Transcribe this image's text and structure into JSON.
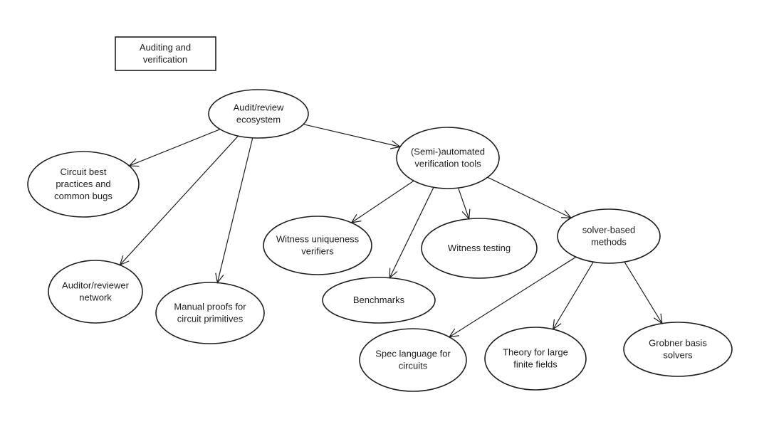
{
  "title_box": {
    "lines": [
      "Auditing and",
      "verification"
    ]
  },
  "nodes": [
    {
      "id": "audit",
      "lines": [
        "Audit/review",
        "ecosystem"
      ]
    },
    {
      "id": "circuit",
      "lines": [
        "Circuit best",
        "practices and",
        "common bugs"
      ]
    },
    {
      "id": "auditor",
      "lines": [
        "Auditor/reviewer",
        "network"
      ]
    },
    {
      "id": "manual",
      "lines": [
        "Manual proofs for",
        "circuit primitives"
      ]
    },
    {
      "id": "semi",
      "lines": [
        "(Semi-)automated",
        "verification tools"
      ]
    },
    {
      "id": "wuniq",
      "lines": [
        "Witness uniqueness",
        "verifiers"
      ]
    },
    {
      "id": "bench",
      "lines": [
        "Benchmarks"
      ]
    },
    {
      "id": "wtest",
      "lines": [
        "Witness testing"
      ]
    },
    {
      "id": "solver",
      "lines": [
        "solver-based",
        "methods"
      ]
    },
    {
      "id": "spec",
      "lines": [
        "Spec language for",
        "circuits"
      ]
    },
    {
      "id": "theory",
      "lines": [
        "Theory for large",
        "finite fields"
      ]
    },
    {
      "id": "grobner",
      "lines": [
        "Grobner basis",
        "solvers"
      ]
    }
  ],
  "edges": [
    [
      "audit",
      "circuit"
    ],
    [
      "audit",
      "auditor"
    ],
    [
      "audit",
      "manual"
    ],
    [
      "audit",
      "semi"
    ],
    [
      "semi",
      "wuniq"
    ],
    [
      "semi",
      "bench"
    ],
    [
      "semi",
      "wtest"
    ],
    [
      "semi",
      "solver"
    ],
    [
      "solver",
      "spec"
    ],
    [
      "solver",
      "theory"
    ],
    [
      "solver",
      "grobner"
    ]
  ]
}
